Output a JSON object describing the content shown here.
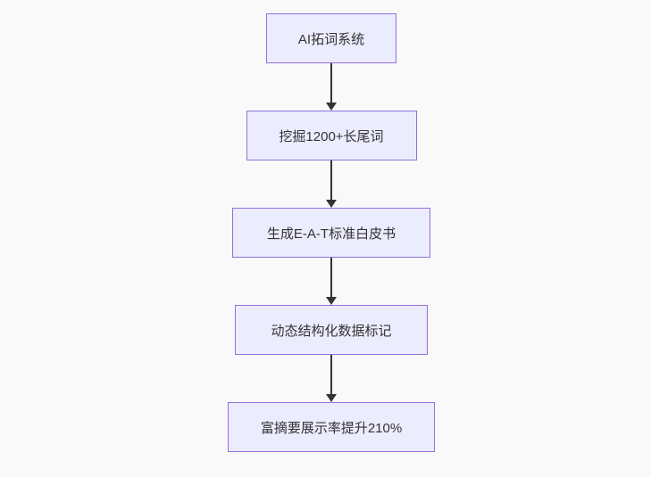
{
  "diagram": {
    "type": "flowchart",
    "direction": "top-down",
    "nodes": [
      {
        "id": "step1",
        "label": "AI拓词系统"
      },
      {
        "id": "step2",
        "label": "挖掘1200+长尾词"
      },
      {
        "id": "step3",
        "label": "生成E-A-T标准白皮书"
      },
      {
        "id": "step4",
        "label": "动态结构化数据标记"
      },
      {
        "id": "step5",
        "label": "富摘要展示率提升210%"
      }
    ],
    "edges": [
      {
        "from": "step1",
        "to": "step2",
        "style": "arrow-down"
      },
      {
        "from": "step2",
        "to": "step3",
        "style": "arrow-down"
      },
      {
        "from": "step3",
        "to": "step4",
        "style": "arrow-down"
      },
      {
        "from": "step4",
        "to": "step5",
        "style": "arrow-down"
      }
    ],
    "colors": {
      "node_fill": "#ECECFF",
      "node_border": "#9370DB",
      "edge": "#333333",
      "text": "#333333",
      "background": "#F9F9F9"
    }
  }
}
